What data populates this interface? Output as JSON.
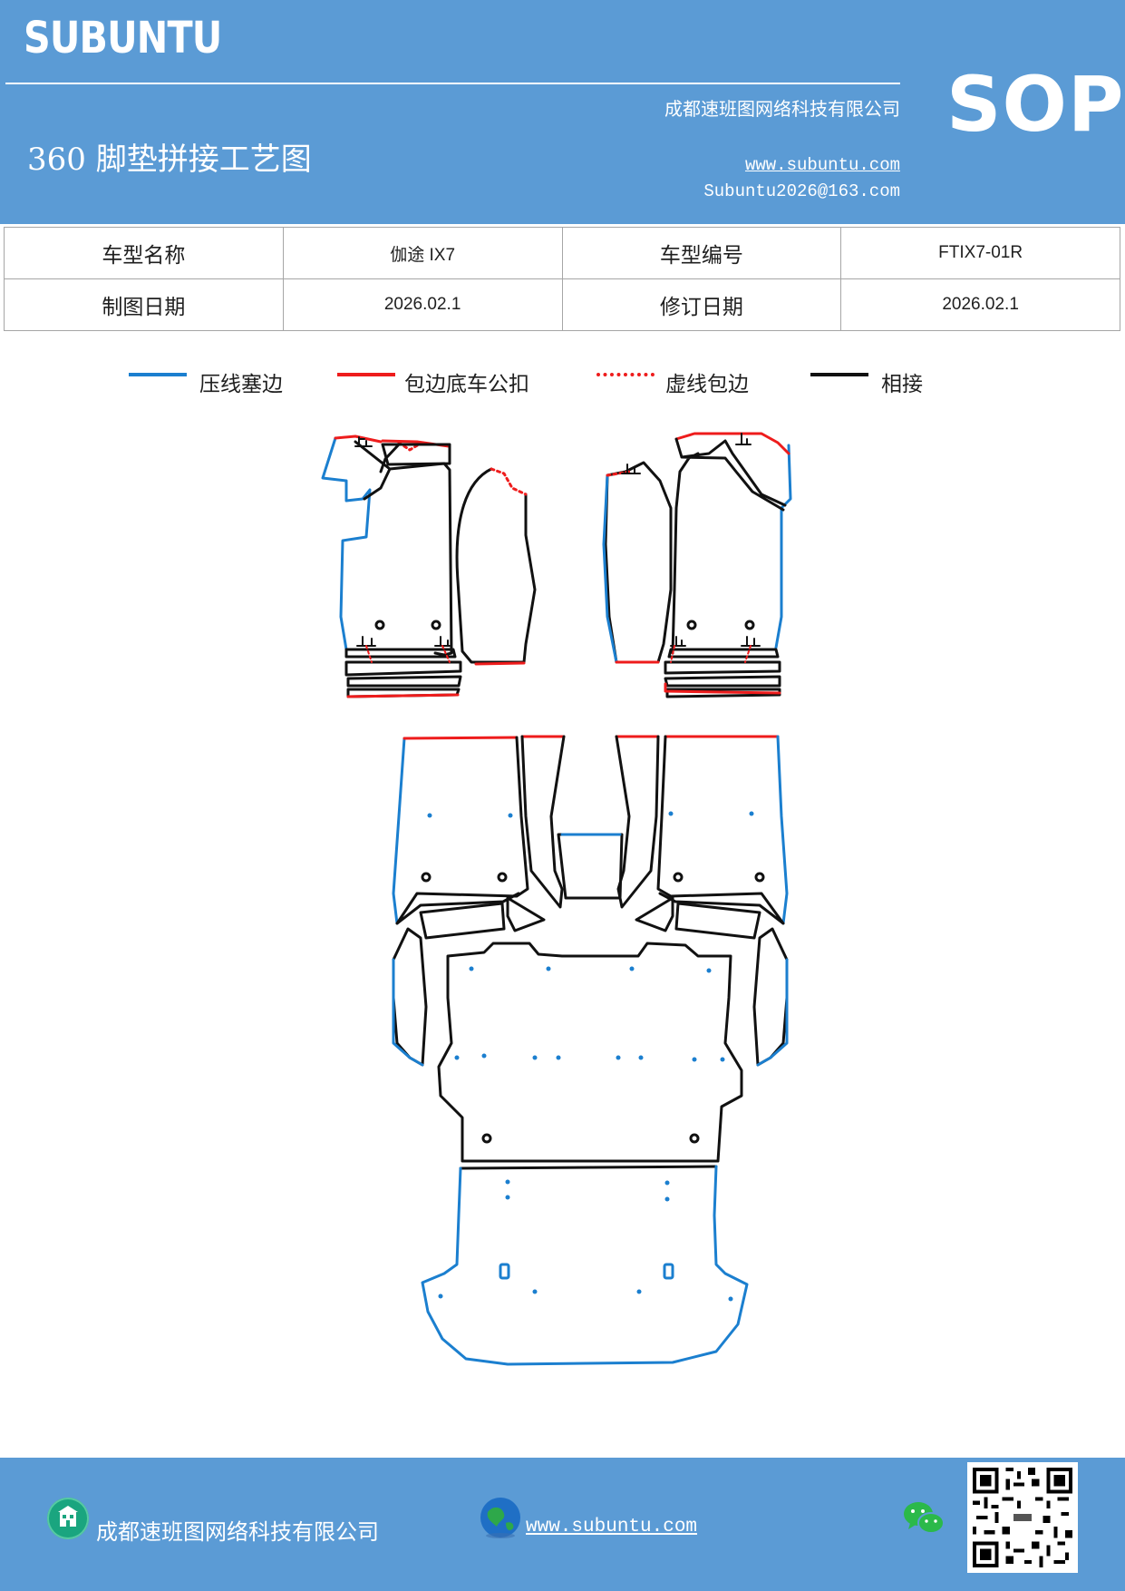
{
  "header": {
    "brand": "SUBUNTU",
    "company": "成都速班图网络科技有限公司",
    "title": "360 脚垫拼接工艺图",
    "website": "www.subuntu.com",
    "email": "Subuntu2026@163.com",
    "doc_type": "SOP"
  },
  "info_table": {
    "rows": [
      {
        "label1": "车型名称",
        "value1": "伽途 IX7",
        "label2": "车型编号",
        "value2": "FTIX7-01R"
      },
      {
        "label1": "制图日期",
        "value1": "2026.02.1",
        "label2": "修订日期",
        "value2": "2026.02.1"
      }
    ]
  },
  "legend": [
    {
      "label": "压线塞边",
      "color": "#1b7fcf",
      "style": "solid"
    },
    {
      "label": "包边底车公扣",
      "color": "#ee1c1c",
      "style": "solid"
    },
    {
      "label": "虚线包边",
      "color": "#ee1c1c",
      "style": "dotted"
    },
    {
      "label": "相接",
      "color": "#111111",
      "style": "solid"
    }
  ],
  "footer": {
    "company": "成都速班图网络科技有限公司",
    "website": "www.subuntu.com "
  },
  "icons": {
    "building": "building-icon",
    "globe": "globe-icon",
    "wechat": "wechat-icon",
    "qr": "qr-code"
  }
}
